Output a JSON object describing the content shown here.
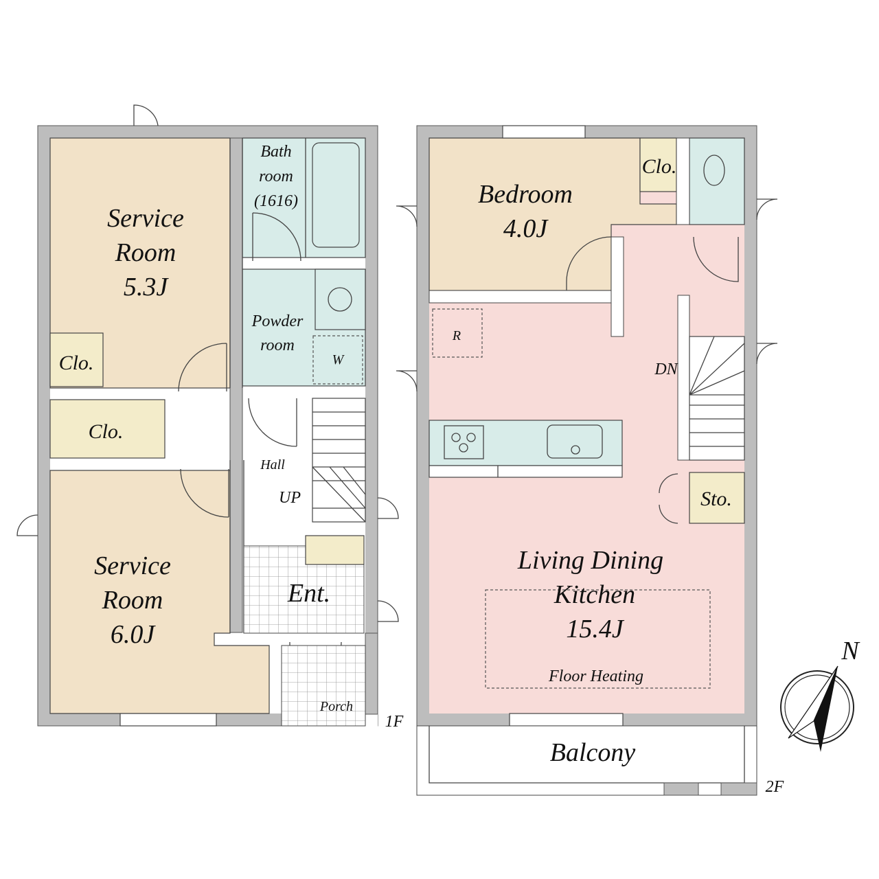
{
  "floor1": {
    "label": "1F",
    "service_room_1": {
      "line1": "Service",
      "line2": "Room",
      "size": "5.3J"
    },
    "service_room_2": {
      "line1": "Service",
      "line2": "Room",
      "size": "6.0J"
    },
    "closet_small": "Clo.",
    "closet_large": "Clo.",
    "bath": {
      "line1": "Bath",
      "line2": "room",
      "line3": "(1616)"
    },
    "powder": {
      "line1": "Powder",
      "line2": "room"
    },
    "washer": "W",
    "hall": "Hall",
    "stairs_up": "UP",
    "entrance": "Ent.",
    "porch": "Porch"
  },
  "floor2": {
    "label": "2F",
    "bedroom": {
      "line1": "Bedroom",
      "size": "4.0J"
    },
    "closet": "Clo.",
    "fridge": "R",
    "stairs_down": "DN",
    "storage": "Sto.",
    "ldk": {
      "line1": "Living Dining",
      "line2": "Kitchen",
      "size": "15.4J"
    },
    "floor_heating": "Floor Heating",
    "balcony": "Balcony"
  },
  "compass": {
    "north": "N"
  },
  "colors": {
    "wall": "#bdbdbd",
    "room_tan": "#f2e2c8",
    "wet_green": "#d8ece9",
    "ldk_pink": "#f8dcd9",
    "closet_yellow": "#f3ecca"
  }
}
